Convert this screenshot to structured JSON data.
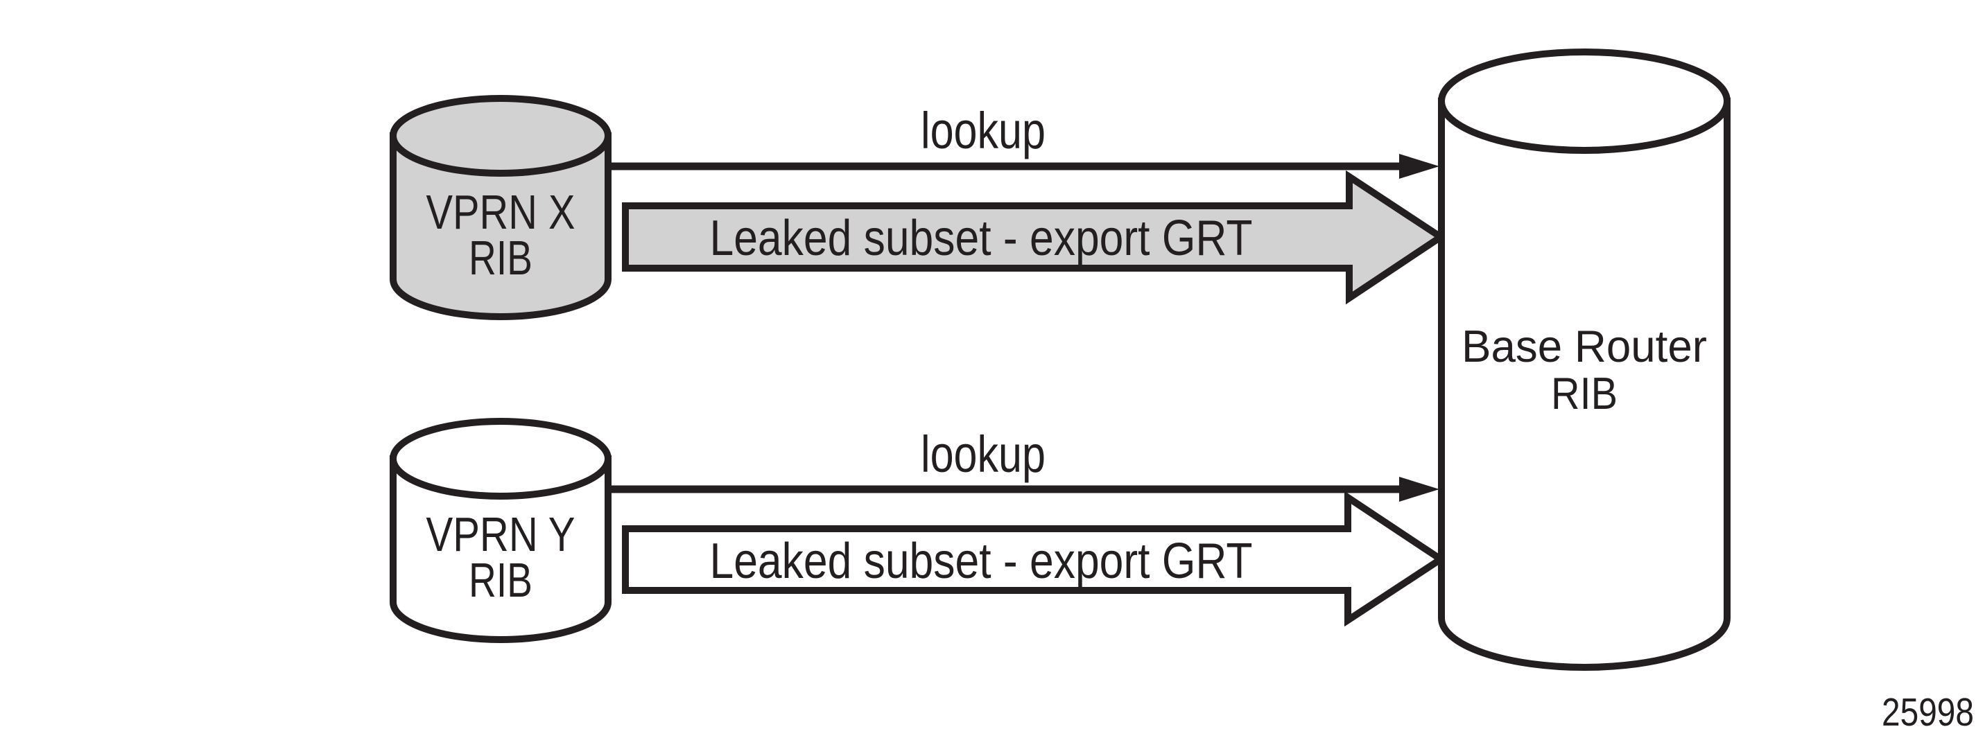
{
  "diagram": {
    "figure_number": "25998",
    "colors": {
      "cylinder_gray": "#d2d2d2",
      "outline": "#231f20",
      "white": "#ffffff"
    },
    "nodes": {
      "vprn_x_rib": {
        "line1": "VPRN X",
        "line2": "RIB"
      },
      "vprn_y_rib": {
        "line1": "VPRN Y",
        "line2": "RIB"
      },
      "base_router_rib": {
        "line1": "Base Router",
        "line2": "RIB"
      }
    },
    "arrows": {
      "vprn_x_lookup": {
        "label": "lookup"
      },
      "vprn_x_leak": {
        "label": "Leaked subset - export GRT"
      },
      "vprn_y_lookup": {
        "label": "lookup"
      },
      "vprn_y_leak": {
        "label": "Leaked subset - export GRT"
      }
    }
  }
}
